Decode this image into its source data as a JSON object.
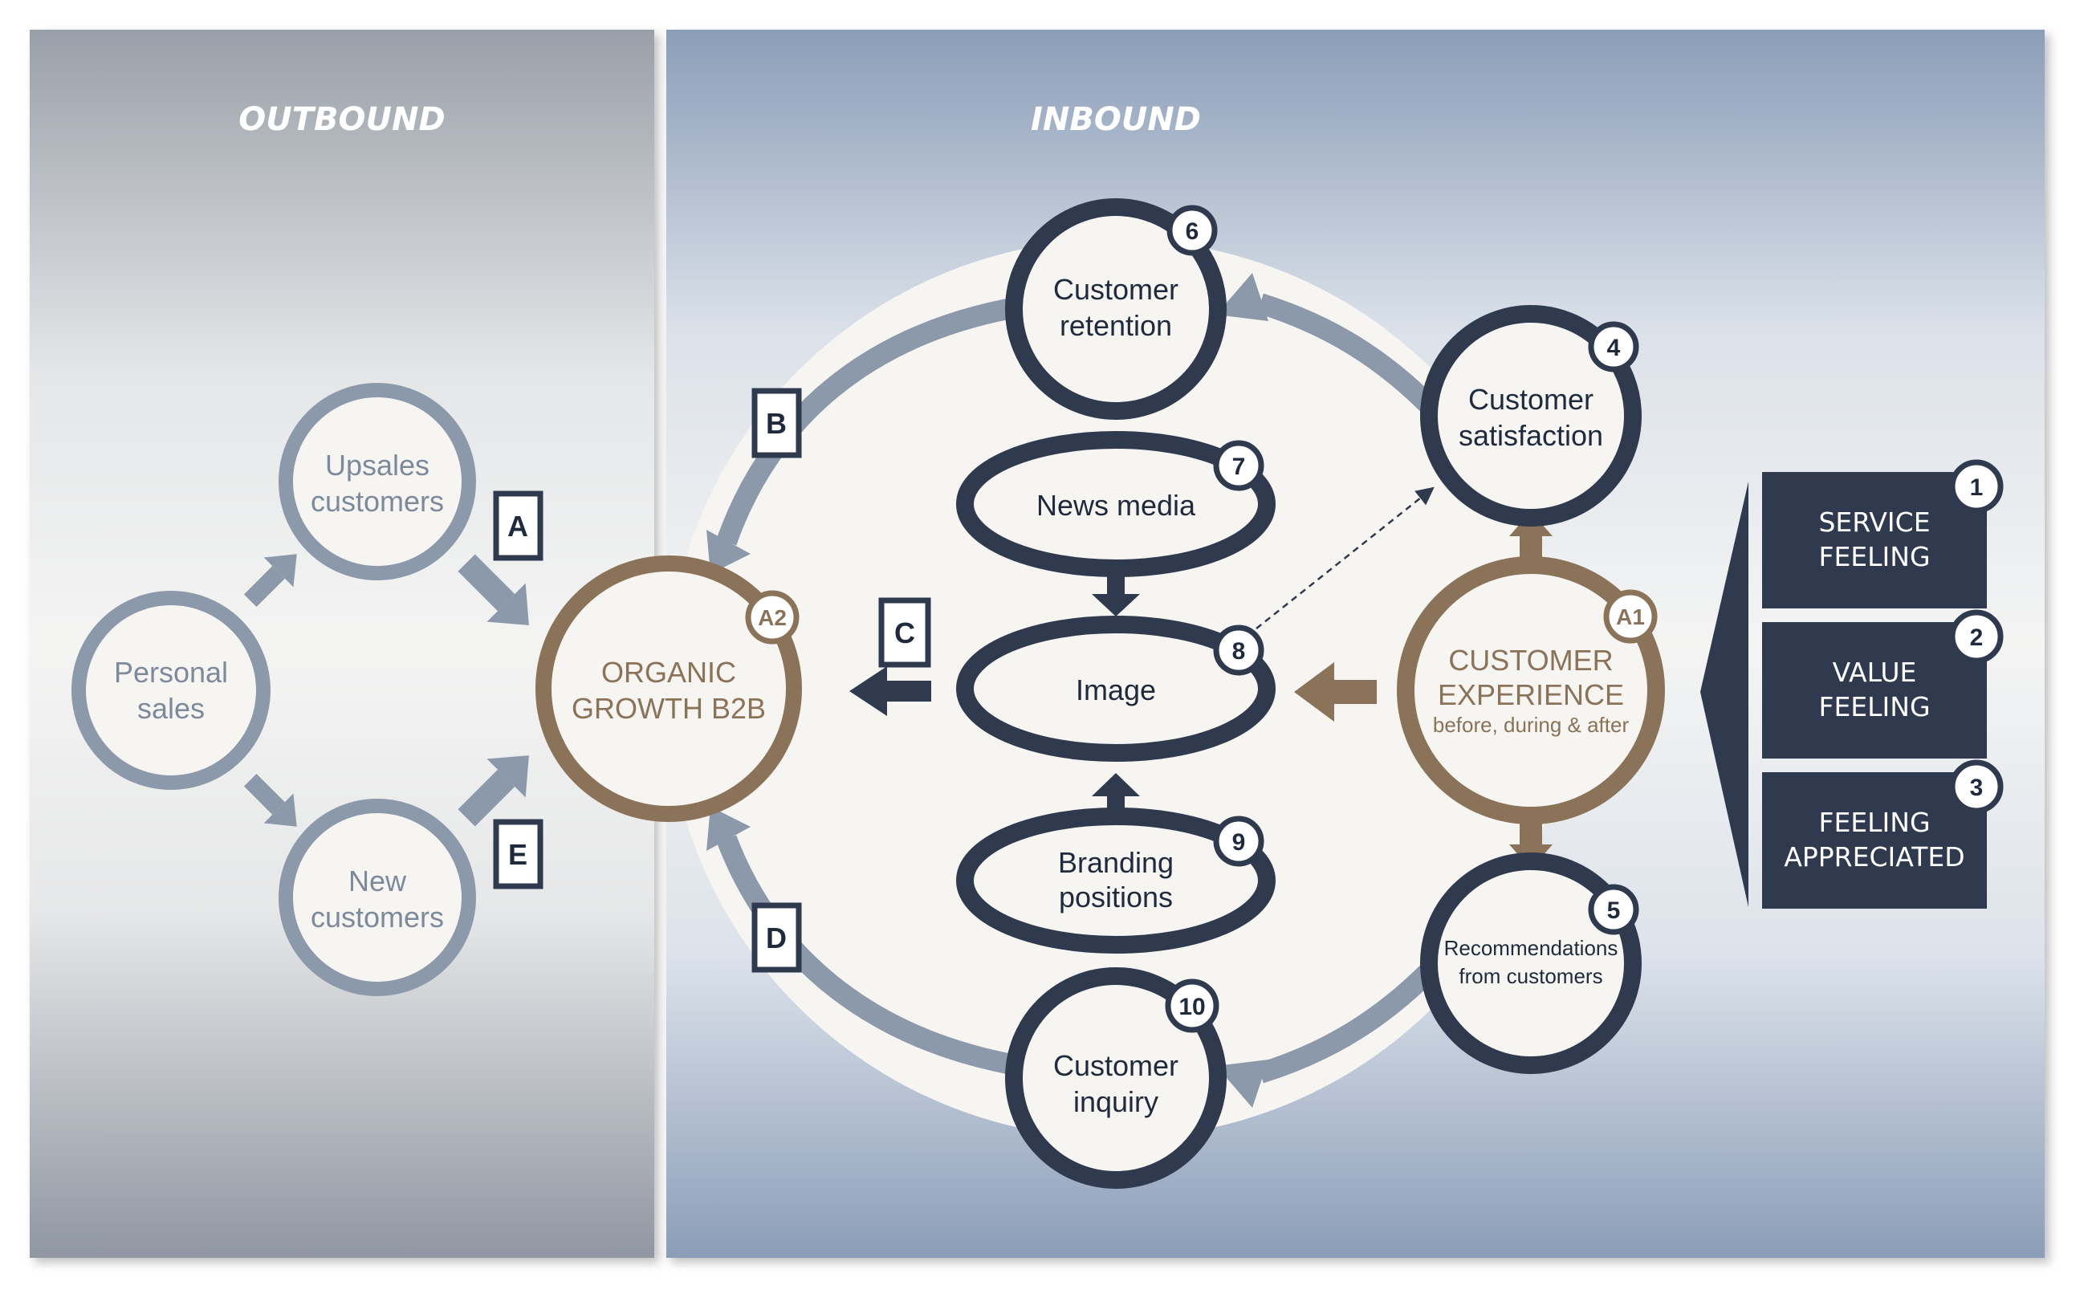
{
  "panels": {
    "outbound_title": "OUTBOUND",
    "inbound_title": "INBOUND"
  },
  "outbound": {
    "personal_sales": [
      "Personal",
      "sales"
    ],
    "upsales_customers": [
      "Upsales",
      "customers"
    ],
    "new_customers": [
      "New",
      "customers"
    ],
    "label_a": "A",
    "label_e": "E"
  },
  "center": {
    "organic_growth": [
      "ORGANIC",
      "GROWTH B2B"
    ],
    "organic_badge": "A2",
    "label_b": "B",
    "label_c": "C",
    "label_d": "D"
  },
  "inbound": {
    "customer_retention": {
      "lines": [
        "Customer",
        "retention"
      ],
      "badge": "6"
    },
    "news_media": {
      "label": "News media",
      "badge": "7"
    },
    "image": {
      "label": "Image",
      "badge": "8"
    },
    "branding_positions": {
      "lines": [
        "Branding",
        "positions"
      ],
      "badge": "9"
    },
    "customer_inquiry": {
      "lines": [
        "Customer",
        "inquiry"
      ],
      "badge": "10"
    },
    "customer_satisfaction": {
      "lines": [
        "Customer",
        "satisfaction"
      ],
      "badge": "4"
    },
    "recommendations": {
      "lines": [
        "Recommendations",
        "from customers"
      ],
      "badge": "5"
    },
    "customer_experience": {
      "lines": [
        "CUSTOMER",
        "EXPERIENCE"
      ],
      "sub": "before, during & after",
      "badge": "A1"
    }
  },
  "feelings": [
    {
      "lines": [
        "SERVICE",
        "FEELING"
      ],
      "badge": "1"
    },
    {
      "lines": [
        "VALUE",
        "FEELING"
      ],
      "badge": "2"
    },
    {
      "lines": [
        "FEELING",
        "APPRECIATED"
      ],
      "badge": "3"
    }
  ],
  "colors": {
    "navy": "#2f3a4e",
    "brown": "#8a7359",
    "gray_blue": "#8c99ab",
    "panel_gray": "#9aa1ab",
    "panel_blue": "#8ea0bb"
  }
}
